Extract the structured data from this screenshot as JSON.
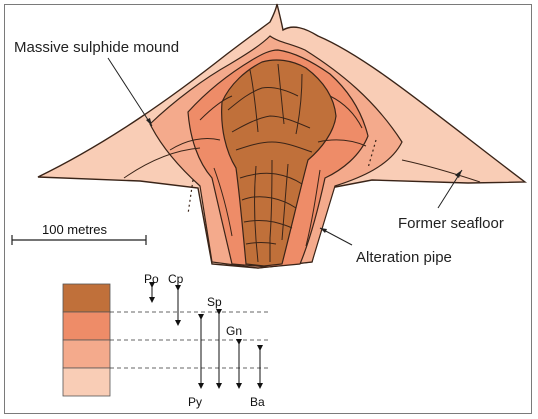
{
  "labels": {
    "mound": "Massive sulphide mound",
    "seafloor": "Former seafloor",
    "pipe": "Alteration pipe",
    "scale": "100 metres"
  },
  "minerals": {
    "po": "Po",
    "cp": "Cp",
    "sp": "Sp",
    "gn": "Gn",
    "py": "Py",
    "ba": "Ba"
  },
  "colors": {
    "zone1": "#c0703a",
    "zone2": "#ee8c68",
    "zone3": "#f4aa8c",
    "zone4": "#f9cdb6",
    "outline": "#3a2418"
  }
}
